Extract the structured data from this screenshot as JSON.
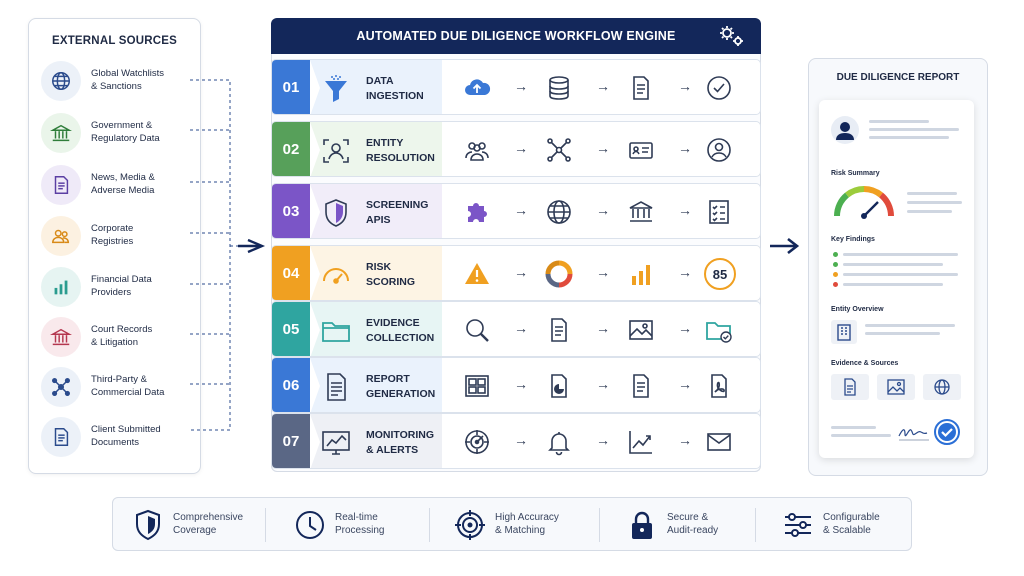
{
  "sources": {
    "title": "EXTERNAL SOURCES",
    "items": [
      {
        "label": "Global Watchlists\n& Sanctions",
        "icon": "globe-icon"
      },
      {
        "label": "Government &\nRegulatory Data",
        "icon": "government-building-icon"
      },
      {
        "label": "News, Media &\nAdverse Media",
        "icon": "news-document-icon"
      },
      {
        "label": "Corporate\nRegistries",
        "icon": "people-icon"
      },
      {
        "label": "Financial Data\nProviders",
        "icon": "bar-chart-icon"
      },
      {
        "label": "Court Records\n& Litigation",
        "icon": "courthouse-icon"
      },
      {
        "label": "Third-Party &\nCommercial Data",
        "icon": "network-icon"
      },
      {
        "label": "Client Submitted\nDocuments",
        "icon": "document-icon"
      }
    ]
  },
  "engine": {
    "title": "AUTOMATED DUE DILIGENCE WORKFLOW ENGINE",
    "steps": [
      {
        "num": "01",
        "label": "DATA\nINGESTION",
        "color": "#3a78d6",
        "tint": "#eaf2fc"
      },
      {
        "num": "02",
        "label": "ENTITY\nRESOLUTION",
        "color": "#57a05a",
        "tint": "#edf6ec"
      },
      {
        "num": "03",
        "label": "SCREENING\nAPIS",
        "color": "#7b55c7",
        "tint": "#f1edf9"
      },
      {
        "num": "04",
        "label": "RISK\nSCORING",
        "color": "#f0a021",
        "tint": "#fdf4e4"
      },
      {
        "num": "05",
        "label": "EVIDENCE\nCOLLECTION",
        "color": "#2fa5a0",
        "tint": "#e7f5f4"
      },
      {
        "num": "06",
        "label": "REPORT\nGENERATION",
        "color": "#3a78d6",
        "tint": "#eaf2fc"
      },
      {
        "num": "07",
        "label": "MONITORING\n& ALERTS",
        "color": "#5a6785",
        "tint": "#eef0f5"
      }
    ],
    "risk_score": "85",
    "arrow_glyph": "→"
  },
  "report": {
    "title": "DUE DILIGENCE REPORT",
    "risk_summary": "Risk Summary",
    "key_findings": "Key Findings",
    "entity_overview": "Entity Overview",
    "evidence_sources": "Evidence & Sources",
    "finding_colors": [
      "#4caf50",
      "#4caf50",
      "#f0a021",
      "#e04b3c"
    ]
  },
  "features": [
    {
      "label": "Comprehensive\nCoverage",
      "icon": "shield-icon"
    },
    {
      "label": "Real-time\nProcessing",
      "icon": "clock-icon"
    },
    {
      "label": "High Accuracy\n& Matching",
      "icon": "target-icon"
    },
    {
      "label": "Secure &\nAudit-ready",
      "icon": "lock-icon"
    },
    {
      "label": "Configurable\n& Scalable",
      "icon": "sliders-icon"
    }
  ]
}
